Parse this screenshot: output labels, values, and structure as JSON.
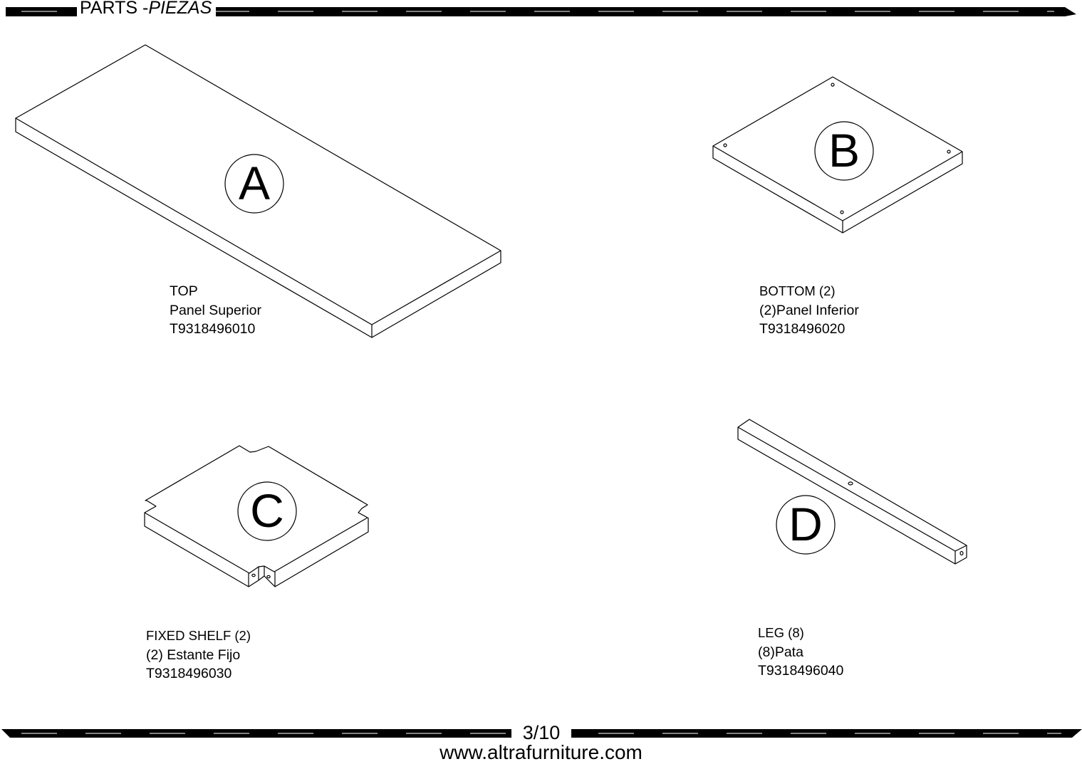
{
  "header": {
    "title_en": "PARTS -",
    "title_es": "PIEZAS"
  },
  "parts": [
    {
      "letter": "A",
      "name_en": "TOP",
      "name_es": "Panel Superior",
      "code": "T9318496010"
    },
    {
      "letter": "B",
      "name_en": "BOTTOM (2)",
      "name_es": "(2)Panel Inferior",
      "code": "T9318496020"
    },
    {
      "letter": "C",
      "name_en": "FIXED SHELF (2)",
      "name_es": "(2) Estante Fijo",
      "code": "T9318496030"
    },
    {
      "letter": "D",
      "name_en": "LEG (8)",
      "name_es": "(8)Pata",
      "code": "T9318496040"
    }
  ],
  "footer": {
    "page": "3/10",
    "website": "www.altrafurniture.com"
  }
}
